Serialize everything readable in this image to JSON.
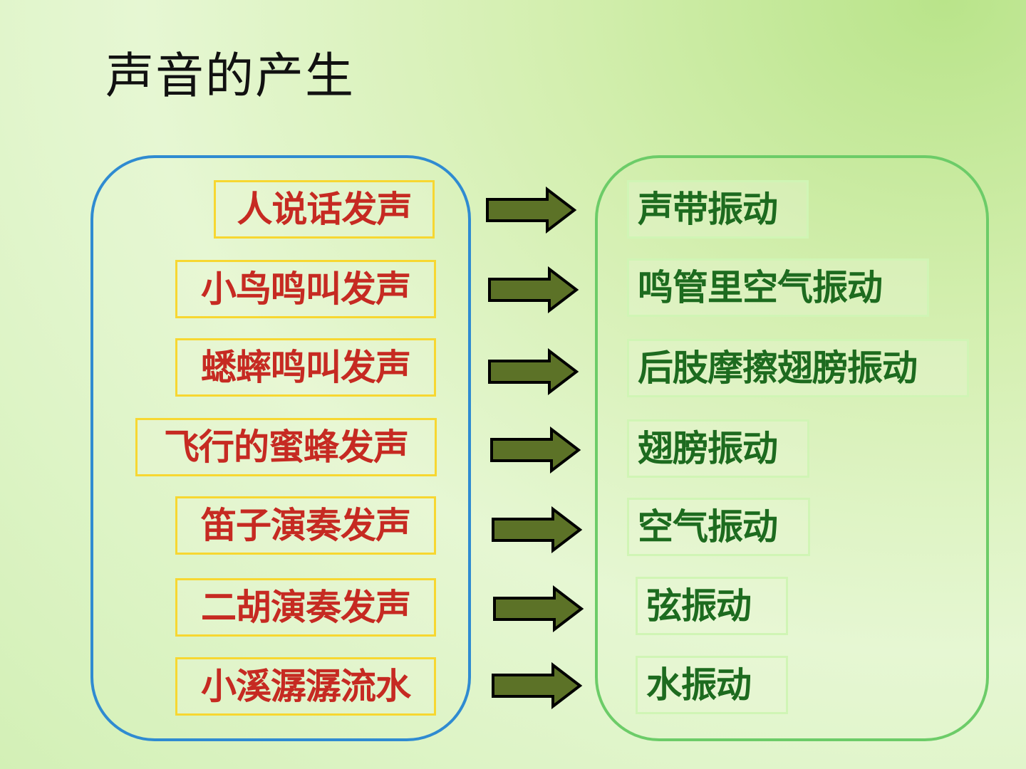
{
  "slide": {
    "title": "声音的产生",
    "rows": [
      {
        "cause": "人说话发声",
        "effect": "声带振动"
      },
      {
        "cause": "小鸟鸣叫发声",
        "effect": "鸣管里空气振动"
      },
      {
        "cause": "蟋蟀鸣叫发声",
        "effect": "后肢摩擦翅膀振动"
      },
      {
        "cause": "飞行的蜜蜂发声",
        "effect": "翅膀振动"
      },
      {
        "cause": "笛子演奏发声",
        "effect": "空气振动"
      },
      {
        "cause": "二胡演奏发声",
        "effect": "弦振动"
      },
      {
        "cause": "小溪潺潺流水",
        "effect": "水振动"
      }
    ]
  },
  "colors": {
    "cause_text": "#c62a22",
    "cause_border": "#f7d731",
    "effect_text": "#1d6b1f",
    "effect_border": "#d0f5b5",
    "left_panel_border": "#2f8bd1",
    "right_panel_border": "#6ccc68",
    "arrow_fill": "#5c7227"
  },
  "icons": {
    "arrow": "right-arrow-icon"
  }
}
